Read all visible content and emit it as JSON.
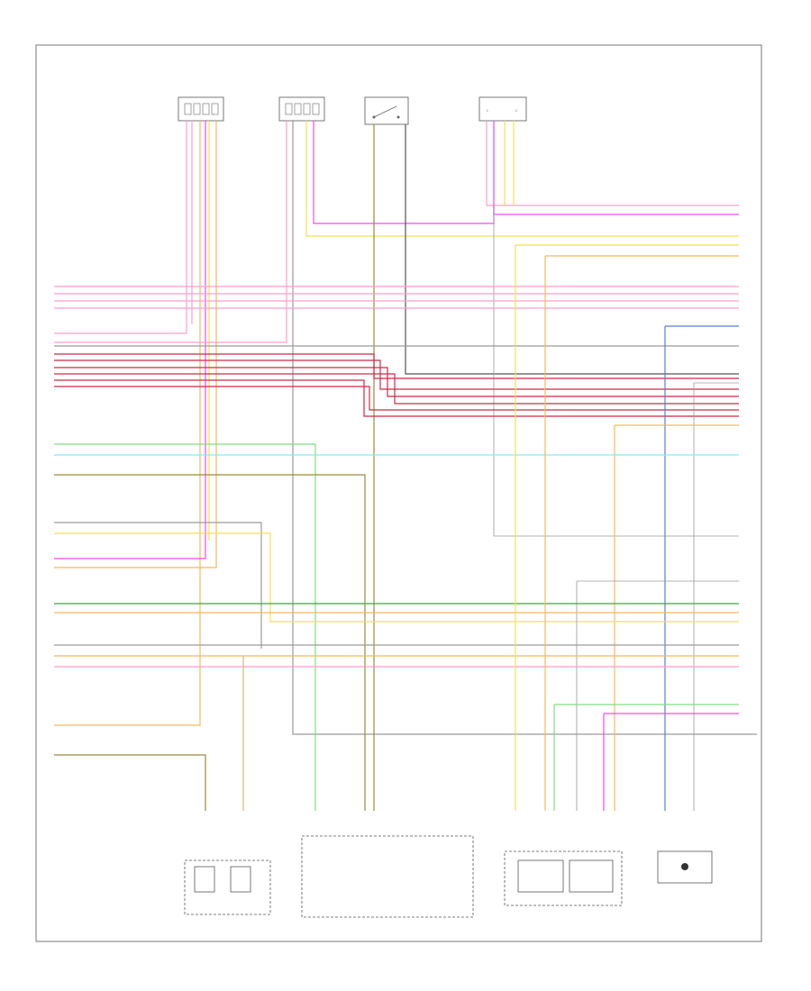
{
  "diagram": {
    "footer_code": "",
    "components": [
      {
        "id": "c1",
        "label_lines": [
          "",
          "",
          "",
          ""
        ]
      },
      {
        "id": "c2",
        "label_lines": [
          "",
          "",
          "",
          ""
        ]
      },
      {
        "id": "c3",
        "label_lines": [
          "",
          "",
          "",
          "",
          ""
        ]
      },
      {
        "id": "c4",
        "label_lines": [
          "",
          "",
          "",
          ""
        ]
      },
      {
        "id": "trans",
        "label_lines": [
          "",
          ""
        ]
      },
      {
        "id": "trans-block",
        "label_lines": [
          "",
          "",
          ""
        ]
      },
      {
        "id": "ecm",
        "label_lines": [
          "",
          ""
        ]
      },
      {
        "id": "throttle",
        "label_lines": [
          "",
          "",
          "",
          ""
        ]
      },
      {
        "id": "sensor",
        "label_lines": [
          "",
          "",
          "",
          ""
        ]
      }
    ],
    "colors": {
      "pink": "#ff9ecb",
      "red": "#cc2b48",
      "grey": "#9a9a9a",
      "dark": "#555555",
      "yellow": "#f2e24a",
      "orange": "#f6b85c",
      "green": "#7ee07e",
      "darkgreen": "#3aa83a",
      "cyan": "#8de8ef",
      "olive": "#9a8a3c",
      "magenta": "#f04ce6",
      "blue": "#5a7be0",
      "tan": "#d8b47a"
    }
  }
}
